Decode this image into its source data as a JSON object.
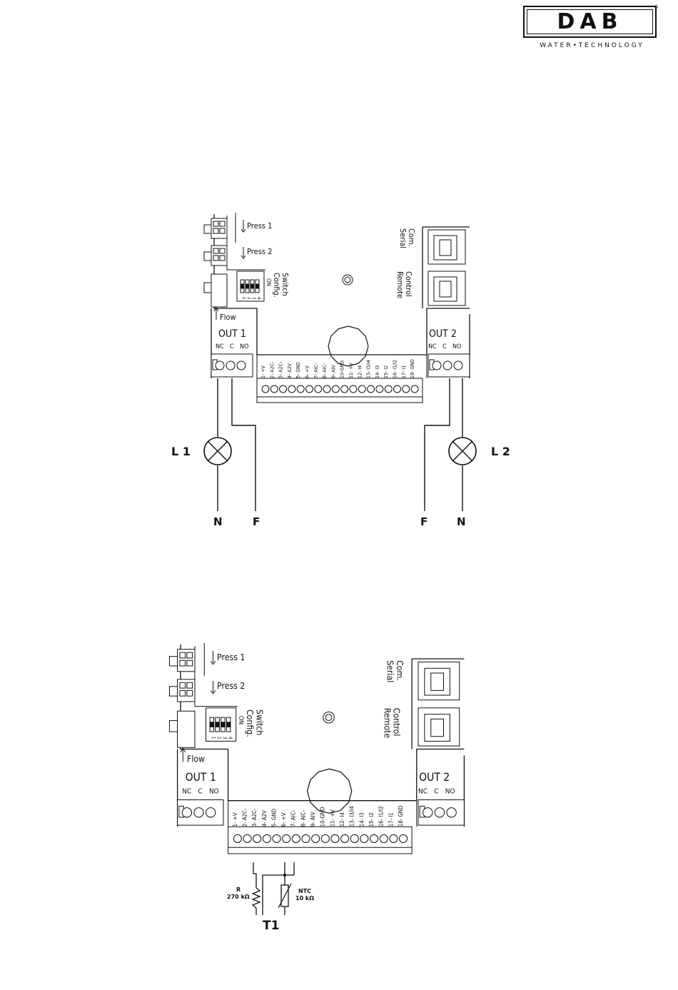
{
  "logo": {
    "brand": "DAB",
    "tagline": "WATER•TECHNOLOGY",
    "reg": "®"
  },
  "board": {
    "press1": "Press 1",
    "press2": "Press 2",
    "config": "Config.",
    "switch": "Switch",
    "on": "ON",
    "dip_numbers": [
      "1",
      "2",
      "3",
      "4"
    ],
    "serial_1": "Serial",
    "serial_2": "Com.",
    "remote_1": "Remote",
    "remote_2": "Control",
    "flow": "Flow",
    "out1": "OUT 1",
    "out2": "OUT 2",
    "relay_pins": [
      "NC",
      "C",
      "NO"
    ],
    "terminals": [
      "1- +V",
      "2- A2C-",
      "3- A2C-",
      "4- A2V",
      "5- GND",
      "6- +V",
      "7- AIC-",
      "8- AIC-",
      "9- AIV",
      "10-GND",
      "11- +V",
      "12- I4",
      "13- I3/I4",
      "14- I3",
      "15- I2",
      "16- I1/I2",
      "17- I1",
      "18- GND"
    ]
  },
  "diagram1": {
    "lamp1": "L 1",
    "lamp2": "L 2",
    "n1": "N",
    "f1": "F",
    "f2": "F",
    "n2": "N"
  },
  "diagram2": {
    "r_label": "R",
    "r_value": "270 kΩ",
    "ntc_label": "NTC",
    "ntc_value": "10 kΩ",
    "t1": "T1"
  }
}
